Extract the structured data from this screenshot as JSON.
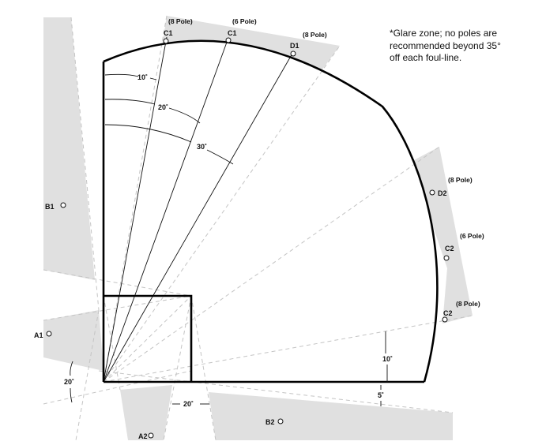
{
  "note": {
    "lines": [
      "*Glare zone; no poles are",
      "recommended beyond 35°",
      "off each foul-line."
    ]
  },
  "poles": [
    {
      "id": "C1",
      "type": "(8 Pole)"
    },
    {
      "id": "C1",
      "type": "(6 Pole)"
    },
    {
      "id": "D1",
      "type": "(8 Pole)"
    },
    {
      "id": "D2",
      "type": "(8 Pole)"
    },
    {
      "id": "C2",
      "type": "(6 Pole)"
    },
    {
      "id": "C2",
      "type": "(8 Pole)"
    },
    {
      "id": "B1"
    },
    {
      "id": "A1"
    },
    {
      "id": "A2"
    },
    {
      "id": "B2"
    }
  ],
  "angles": {
    "a10": "10˚",
    "a20": "20˚",
    "a30": "30˚",
    "right10": "10˚",
    "bottom5": "5˚",
    "bottom20": "20˚",
    "left20": "20˚"
  }
}
